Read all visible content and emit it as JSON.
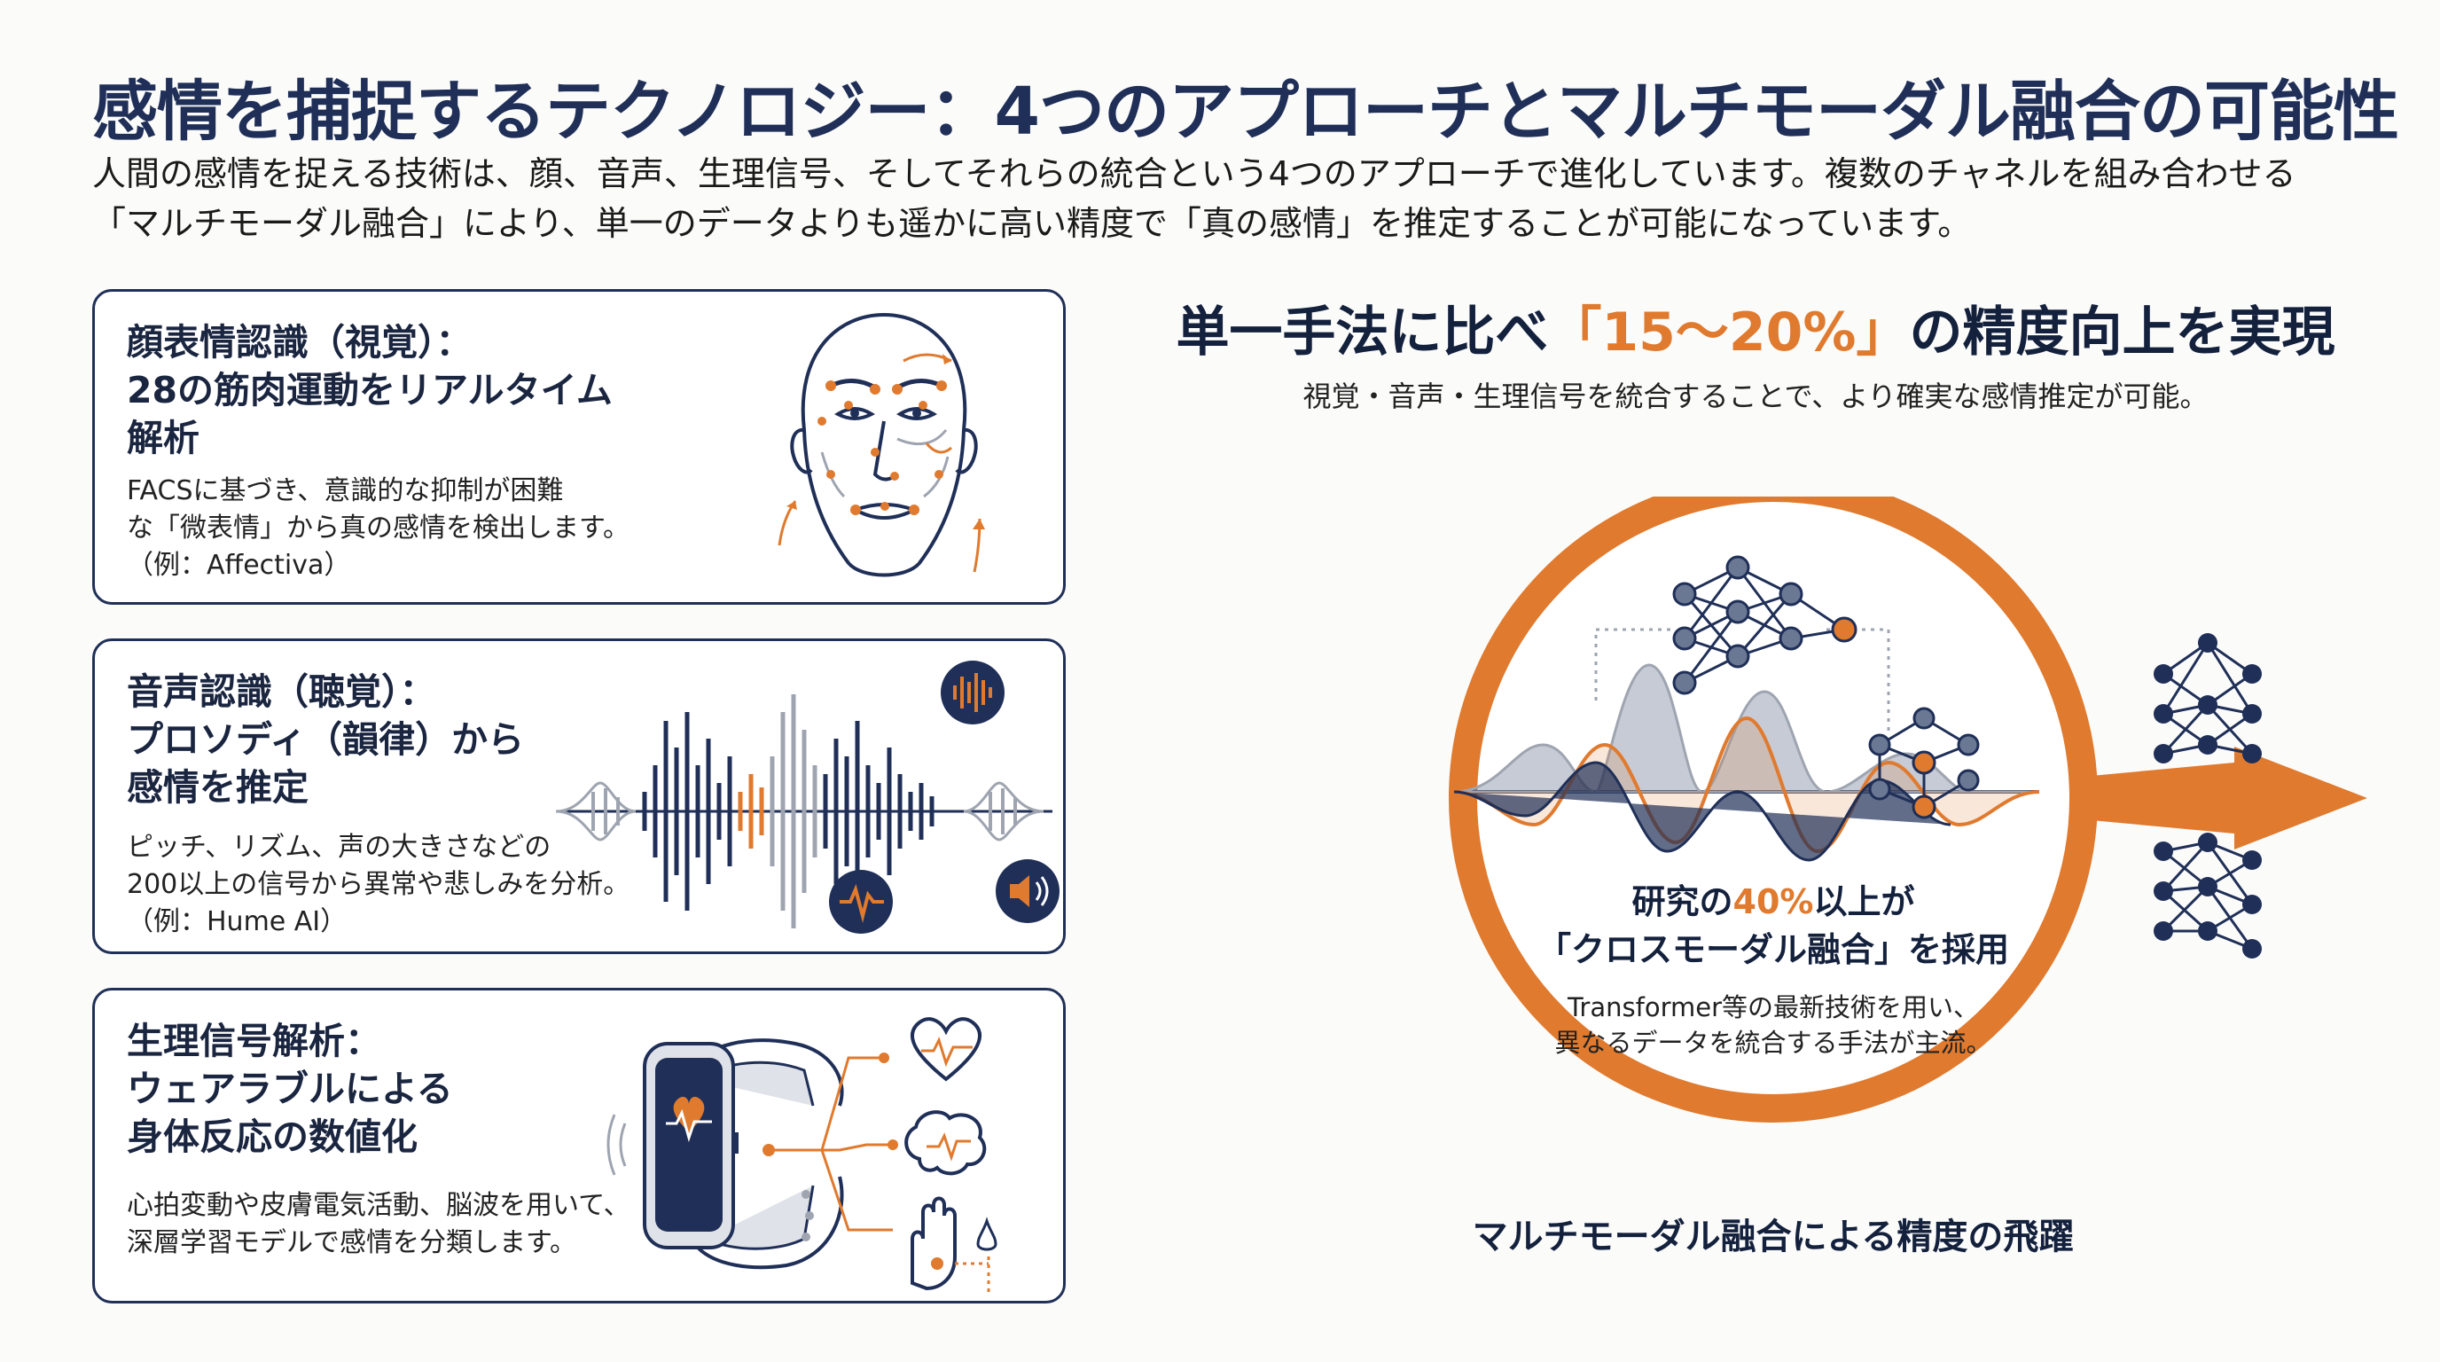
{
  "header": {
    "title": "感情を捕捉するテクノロジー：4つのアプローチとマルチモーダル融合の可能性",
    "intro_line1": "人間の感情を捉える技術は、顔、音声、生理信号、そしてそれらの統合という4つのアプローチで進化しています。複数のチャネルを組み合わせる",
    "intro_line2": "「マルチモーダル融合」により、単一のデータよりも遥かに高い精度で「真の感情」を推定することが可能になっています。"
  },
  "cards": [
    {
      "title_lines": [
        "顔表情認識（視覚）：",
        "28の筋肉運動をリアルタイム",
        "解析"
      ],
      "desc_lines": [
        "FACSに基づき、意識的な抑制が困難",
        "な「微表情」から真の感情を検出します。",
        "（例：Affectiva）"
      ],
      "icon": "face-analysis-icon"
    },
    {
      "title_lines": [
        "音声認識（聴覚）：",
        "プロソディ（韻律）から",
        "感情を推定"
      ],
      "desc_lines": [
        "ピッチ、リズム、声の大きさなどの",
        "200以上の信号から異常や悲しみを分析。",
        "（例：Hume AI）"
      ],
      "icon": "sound-wave-icon"
    },
    {
      "title_lines": [
        "生理信号解析：",
        "ウェアラブルによる",
        "身体反応の数値化"
      ],
      "desc_lines": [
        "心拍変動や皮膚電気活動、脳波を用いて、",
        "深層学習モデルで感情を分類します。"
      ],
      "icon": "smartwatch-icon"
    }
  ],
  "fusion": {
    "headline_pre": "単一手法に比べ",
    "headline_highlight": "「15〜20%」",
    "headline_post": "の精度向上を実現",
    "subheadline": "視覚・音声・生理信号を統合することで、より確実な感情推定が可能。",
    "stat_pre": "研究の",
    "stat_highlight": "40%",
    "stat_post": "以上が",
    "stat_line2": "「クロスモーダル融合」を採用",
    "stat_desc_line1": "Transformer等の最新技術を用い、",
    "stat_desc_line2": "異なるデータを統合する手法が主流。",
    "caption": "マルチモーダル融合による精度の飛躍"
  },
  "colors": {
    "navy": "#1f2f57",
    "orange": "#e07a2e",
    "gray": "#9ea4b0"
  }
}
